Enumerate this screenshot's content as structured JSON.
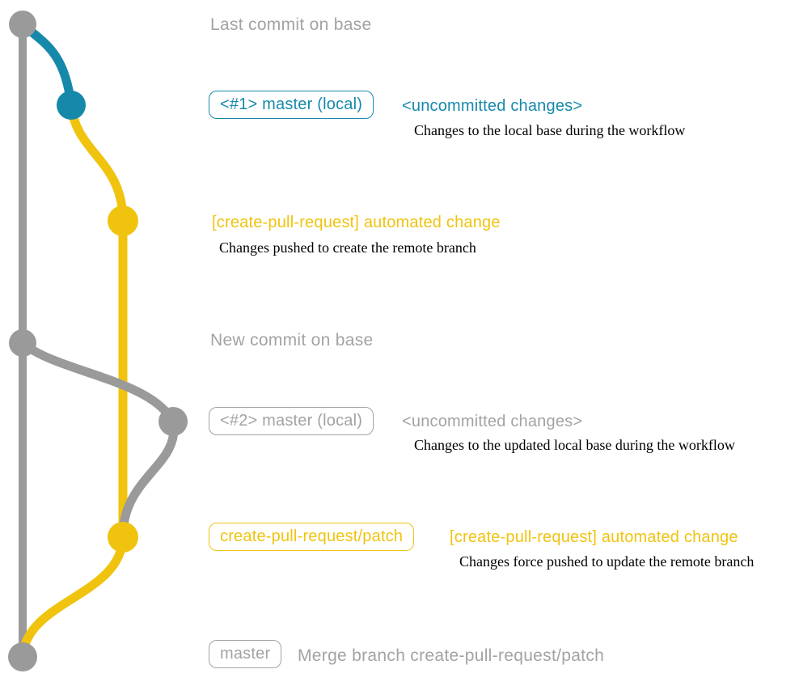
{
  "colors": {
    "teal": "#1689ab",
    "yellow": "#f0c30f",
    "graph_gray": "#9a9a9a",
    "text_gray": "#a3a3a3",
    "black": "#000000"
  },
  "graph": {
    "branches": [
      {
        "name": "base",
        "color": "#9a9a9a"
      },
      {
        "name": "master-local-uncommitted",
        "color": "#1689ab"
      },
      {
        "name": "create-pull-request-patch",
        "color": "#f0c30f"
      }
    ],
    "nodes": [
      {
        "name": "last-commit-on-base",
        "color": "#9a9a9a"
      },
      {
        "name": "uncommitted-changes-1",
        "color": "#1689ab"
      },
      {
        "name": "automated-change-1",
        "color": "#f0c30f"
      },
      {
        "name": "new-commit-on-base",
        "color": "#9a9a9a"
      },
      {
        "name": "uncommitted-changes-2",
        "color": "#9a9a9a"
      },
      {
        "name": "automated-change-2",
        "color": "#f0c30f"
      },
      {
        "name": "merge-commit",
        "color": "#9a9a9a"
      }
    ]
  },
  "rows": {
    "last_commit": {
      "label": "Last commit on base"
    },
    "commit1": {
      "badge": "<#1> master (local)",
      "title": "<uncommitted changes>",
      "desc": "Changes to the local base during the workflow"
    },
    "patch1": {
      "title": "[create-pull-request] automated change",
      "desc": "Changes pushed to create the remote branch"
    },
    "new_commit": {
      "label": "New commit on base"
    },
    "commit2": {
      "badge": "<#2> master (local)",
      "title": "<uncommitted changes>",
      "desc": "Changes to the updated local base during the workflow"
    },
    "patch2": {
      "badge": "create-pull-request/patch",
      "title": "[create-pull-request] automated change",
      "desc": "Changes force pushed to update the remote branch"
    },
    "merge": {
      "badge": "master",
      "label": "Merge branch create-pull-request/patch"
    }
  }
}
